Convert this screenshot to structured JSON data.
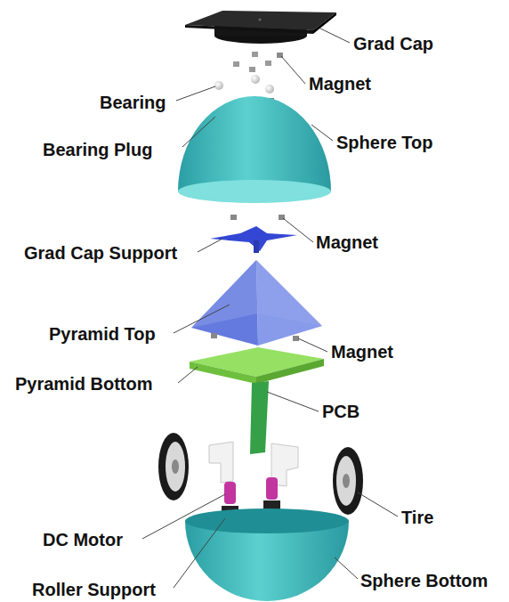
{
  "diagram": {
    "labels": [
      "Grad Cap",
      "Magnet",
      "Bearing",
      "Bearing Plug",
      "Sphere Top",
      "Magnet",
      "Grad Cap Support",
      "Pyramid Top",
      "Magnet",
      "Pyramid Bottom",
      "PCB",
      "Tire",
      "DC Motor",
      "Roller Support",
      "Sphere Bottom"
    ]
  }
}
